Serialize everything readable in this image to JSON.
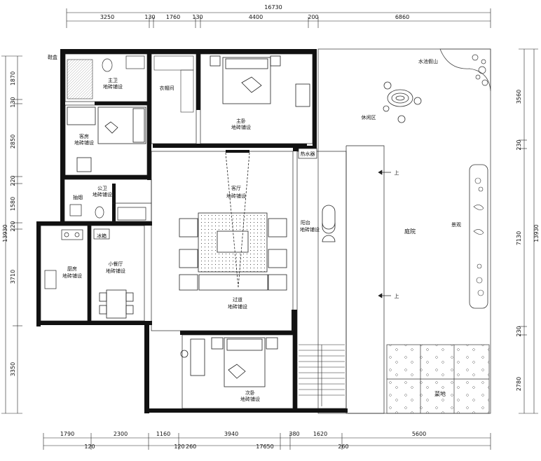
{
  "top_dims": {
    "total": "16730",
    "segments": [
      "3250",
      "130",
      "1760",
      "130",
      "4400",
      "200",
      "6860"
    ]
  },
  "bottom_dims": {
    "segments": [
      "1790",
      "2300",
      "1160",
      "3940",
      "380",
      "1620",
      "5600"
    ],
    "sub": [
      "120",
      "120",
      "260",
      "260"
    ],
    "total": "17650"
  },
  "left_dims": {
    "total": "13930",
    "segments": [
      "1870",
      "130",
      "2850",
      "220",
      "1580",
      "220",
      "3710",
      "3350"
    ]
  },
  "right_dims": {
    "total": "13930",
    "segments": [
      "3560",
      "230",
      "7130",
      "230",
      "2780"
    ]
  },
  "rooms": {
    "shoe_cabinet": "鞋盒",
    "master_bath": [
      "主卫",
      "地砖铺设"
    ],
    "closet": "衣帽间",
    "master_bedroom": [
      "主卧",
      "地砖铺设"
    ],
    "guest_room": [
      "客房",
      "地砖铺设"
    ],
    "public_bath": [
      "公卫",
      "地砖铺设"
    ],
    "range_hood": "抽烟",
    "living": [
      "客厅",
      "地砖铺设"
    ],
    "water_heater": "热水器",
    "balcony": [
      "阳台",
      "地砖铺设"
    ],
    "kitchen": [
      "厨房",
      "地砖铺设"
    ],
    "small_dining": [
      "小餐厅",
      "地砖铺设"
    ],
    "fridge": "冰箱",
    "corridor": [
      "过道",
      "地砖铺设"
    ],
    "second_bedroom": [
      "次卧",
      "地砖铺设"
    ],
    "garden": "庭院",
    "pond": "水池假山",
    "leisure": "休闲区",
    "landscape": "景观",
    "vegetable": "菜地",
    "up_arrow_1": "上",
    "up_arrow_2": "上"
  }
}
